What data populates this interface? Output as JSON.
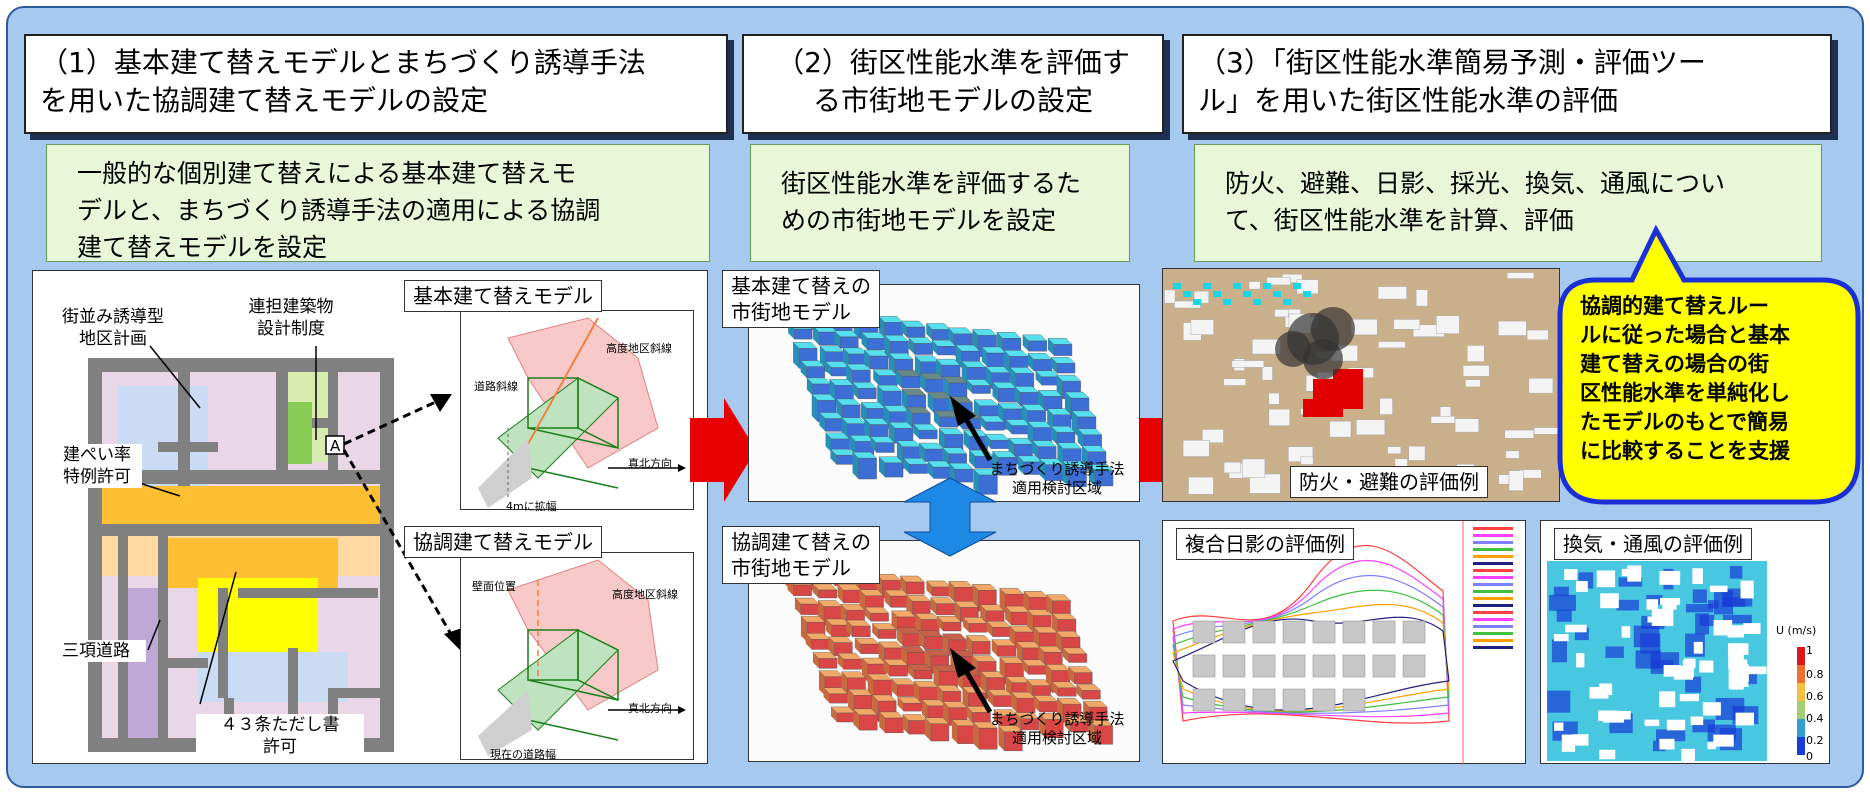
{
  "steps": [
    {
      "title": "（1）基本建て替えモデルとまちづくり誘導手法\nを用いた協調建て替えモデルの設定",
      "desc": "一般的な個別建て替えによる基本建て替えモ\nデルと、まちづくり誘導手法の適用による協調\n建て替えモデルを設定"
    },
    {
      "title": "（2）街区性能水準を評価す\nる市街地モデルの設定",
      "desc": "街区性能水準を評価するた\nめの市街地モデルを設定"
    },
    {
      "title": "（3）「街区性能水準簡易予測・評価ツー\nル」を用いた街区性能水準の評価",
      "desc": "防火、避難、日影、採光、換気、通風につい\nて、街区性能水準を計算、評価"
    }
  ],
  "plan": {
    "label_tl": "街並み誘導型\n地区計画",
    "label_tr": "連担建築物\n設計制度",
    "label_ml": "建ぺい率\n特例許可",
    "label_bl": "三項道路",
    "label_bc": "４３条ただし書\n許可",
    "marker": "A"
  },
  "basic_model": {
    "label": "基本建て替えモデル",
    "road_slope": "道路斜線",
    "height_slope": "高度地区斜線",
    "direction": "真北方向",
    "widen": "4mに拡幅"
  },
  "coop_model": {
    "label": "協調建て替えモデル",
    "wall": "壁面位置",
    "height_slope": "高度地区斜線",
    "direction": "真北方向",
    "road_width": "現在の道路幅"
  },
  "city_models": {
    "basic_label": "基本建て替えの\n市街地モデル",
    "coop_label": "協調建て替えの\n市街地モデル",
    "area_note": "まちづくり誘導手法\n適用検討区域"
  },
  "evaluations": {
    "fire_label": "防火・避難の評価例",
    "shadow_label": "複合日影の評価例",
    "wind_label": "換気・通風の評価例",
    "wind_unit": "U (m/s)",
    "wind_ticks": [
      "1",
      "0.8",
      "0.6",
      "0.4",
      "0.2",
      "0"
    ]
  },
  "callout": "協調的建て替えルー\nルに従った場合と基本\n建て替えの場合の街\n区性能水準を単純化し\nたモデルのもとで簡易\nに比較することを支援",
  "colors": {
    "frame": "#a6c9ef",
    "desc_bg": "#e7f7d8",
    "arrow": "#e60000",
    "callout_bg": "#ffff00",
    "callout_border": "#1a2fd6",
    "cyan": "#39d6e8",
    "orange": "#f2a866"
  }
}
